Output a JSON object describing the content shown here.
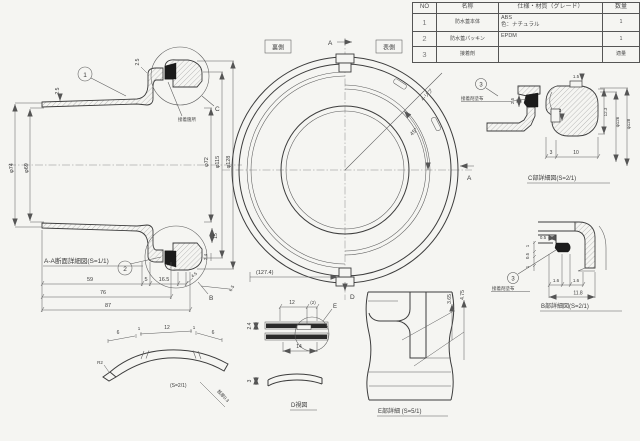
{
  "table": {
    "headers": {
      "no": "NO",
      "name": "名称",
      "spec": "仕様・材質（グレード）",
      "qty": "数量"
    },
    "rows": [
      {
        "no": "1",
        "name": "防水蓋本体",
        "spec_line1": "ABS",
        "spec_line2": "色：ナチュラル",
        "qty": "1"
      },
      {
        "no": "2",
        "name": "防水蓋パッキン",
        "spec_line1": "EPDM",
        "spec_line2": "",
        "qty": "1"
      },
      {
        "no": "3",
        "name": "接着剤",
        "spec_line1": "",
        "spec_line2": "",
        "qty": "適量"
      }
    ]
  },
  "balloons": {
    "one": "1",
    "two": "2",
    "three_c": "3",
    "three_b": "3"
  },
  "views": {
    "section": {
      "title": "A-A断面詳細図(S=1/1)",
      "note": "接着箇所",
      "letter_c": "C",
      "letter_b": "B",
      "dims": {
        "dia74": "φ74",
        "dia69": "φ69",
        "dia72": "φ72",
        "dia115": "φ115",
        "dia128": "φ128",
        "t25_left": "2.5",
        "t25_top": "2.5",
        "h15": "15",
        "h24": "2.4",
        "d45": "4.5",
        "d65": "6.5",
        "w59": "59",
        "w5": "5",
        "w165": "16.5",
        "w76": "76",
        "w87": "87"
      }
    },
    "front": {
      "back_label": "裏側",
      "front_label": "表側",
      "a_top": "A",
      "a_side": "A",
      "d_mark": "D",
      "angle": "45°",
      "ribs_note": "4-リブ",
      "dia": "(127.4)"
    },
    "detail_c": {
      "title": "C部詳細図(S=2/1)",
      "note": "接着剤塗布",
      "dims": {
        "d15": "1.5",
        "d25": "2.5",
        "d3_inner": "3",
        "d123": "12.3",
        "dia126": "φ126",
        "dia128": "φ128",
        "d3": "3",
        "d10": "10"
      }
    },
    "detail_b": {
      "title": "B部詳細図(S=2/1)",
      "note": "接着剤塗布",
      "dims": {
        "d05_top": "0.5",
        "d1_a": "1",
        "d05": "0.5",
        "d1_b": "1",
        "d16_a": "1.6",
        "d16_b": "1.6",
        "d118": "11.8"
      }
    },
    "tab": {
      "scale": "(S=2/1)",
      "thickness_note": "板厚0.3",
      "dims": {
        "w6a": "6",
        "w1a": "1",
        "w12": "12",
        "w1b": "1",
        "w6b": "6",
        "r2": "R2"
      }
    },
    "d_view": {
      "title": "D視図",
      "letter_e": "E",
      "dims": {
        "w12": "12",
        "w2": "(2)",
        "h24": "2.4",
        "w14": "14",
        "h3": "3"
      }
    },
    "e_view": {
      "title": "E部詳細 (S=5/1)",
      "dims": {
        "d365": "3.65",
        "d475": "4.75"
      }
    }
  }
}
